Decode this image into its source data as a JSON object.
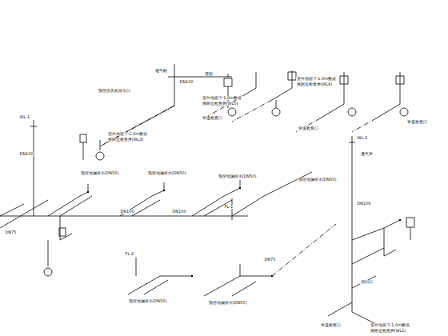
{
  "diagram": {
    "labels": [
      "通气帽",
      "屋面",
      "DN100",
      "室外地面下-1.0m敷设",
      "接附近检查井(WL5)",
      "管道检查口",
      "室外地面下-1.0m敷设",
      "接附近检查井(WL6)",
      "管道检查口",
      "管道检查口",
      "室外地面下-1.0m敷设",
      "接附近检查井(WL3)",
      "预留洗衣机排水口",
      "WL-1",
      "DN100",
      "预留地漏排水(DN50)",
      "预留地漏排水(DN50)",
      "预留地漏排水(DN50)",
      "预留地漏排水(DN50)",
      "DN100",
      "DN100",
      "FL-1",
      "DN75",
      "FL-2",
      "预留地漏排水(DN50)",
      "预留地漏排水(DN50)",
      "DN75",
      "WL-2",
      "通气管",
      "DN100",
      "室外地面下-1.0m敷设",
      "接附近检查井(WL1)",
      "管道检查口",
      "清扫口"
    ]
  }
}
